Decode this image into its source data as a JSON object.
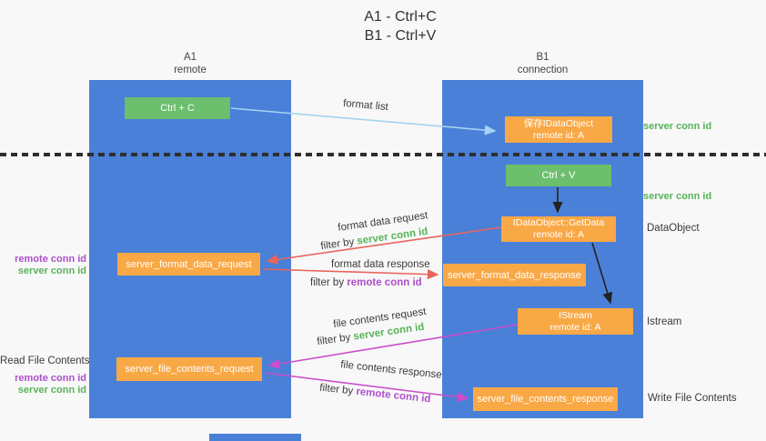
{
  "title": {
    "line1": "A1 - Ctrl+C",
    "line2": "B1 - Ctrl+V"
  },
  "lifelines": {
    "a1": {
      "name": "A1",
      "role": "remote"
    },
    "b1": {
      "name": "B1",
      "role": "connection"
    }
  },
  "nodes": {
    "ctrl_c": {
      "label": "Ctrl + C"
    },
    "ctrl_v": {
      "label": "Ctrl + V"
    },
    "save_dataobject": {
      "line1": "保存IDataObject",
      "line2": "remote id: A"
    },
    "getdata": {
      "line1": "IDataObject::GetData",
      "line2": "remote id: A"
    },
    "istream": {
      "line1": "IStream",
      "line2": "remote id: A"
    },
    "server_format_data_request": {
      "label": "server_format_data_request"
    },
    "server_format_data_response": {
      "label": "server_format_data_response"
    },
    "server_file_contents_request": {
      "label": "server_file_contents_request"
    },
    "server_file_contents_response": {
      "label": "server_file_contents_response"
    }
  },
  "arrow_labels": {
    "format_list": "format list",
    "format_data_request": "format data request",
    "format_data_response": "format data response",
    "file_contents_request": "file contents request",
    "file_contents_response": "file contents response",
    "filter_by": "filter by ",
    "server_conn_id": "server conn id",
    "remote_conn_id": "remote conn id"
  },
  "side_labels": {
    "right_server_conn_id_1": "server conn id",
    "right_server_conn_id_2": "server conn id",
    "dataobject": "DataObject",
    "istream": "Istream",
    "write_file_contents": "Write File Contents",
    "read_file_contents": "Read File Contents",
    "left_remote_conn_id_1": "remote conn id",
    "left_server_conn_id_1": "server conn id",
    "left_remote_conn_id_2": "remote conn id",
    "left_server_conn_id_2": "server conn id"
  },
  "colors": {
    "lifeline_blue": "#4a80d8",
    "node_green": "#6cbf6c",
    "node_orange": "#f9a846",
    "green_text": "#58b359",
    "purple_text": "#ad4fc9",
    "red_arrow": "#e8655c",
    "magenta_arrow": "#ca4ec9",
    "light_blue_arrow": "#a4d4f0",
    "black_arrow": "#222222"
  }
}
